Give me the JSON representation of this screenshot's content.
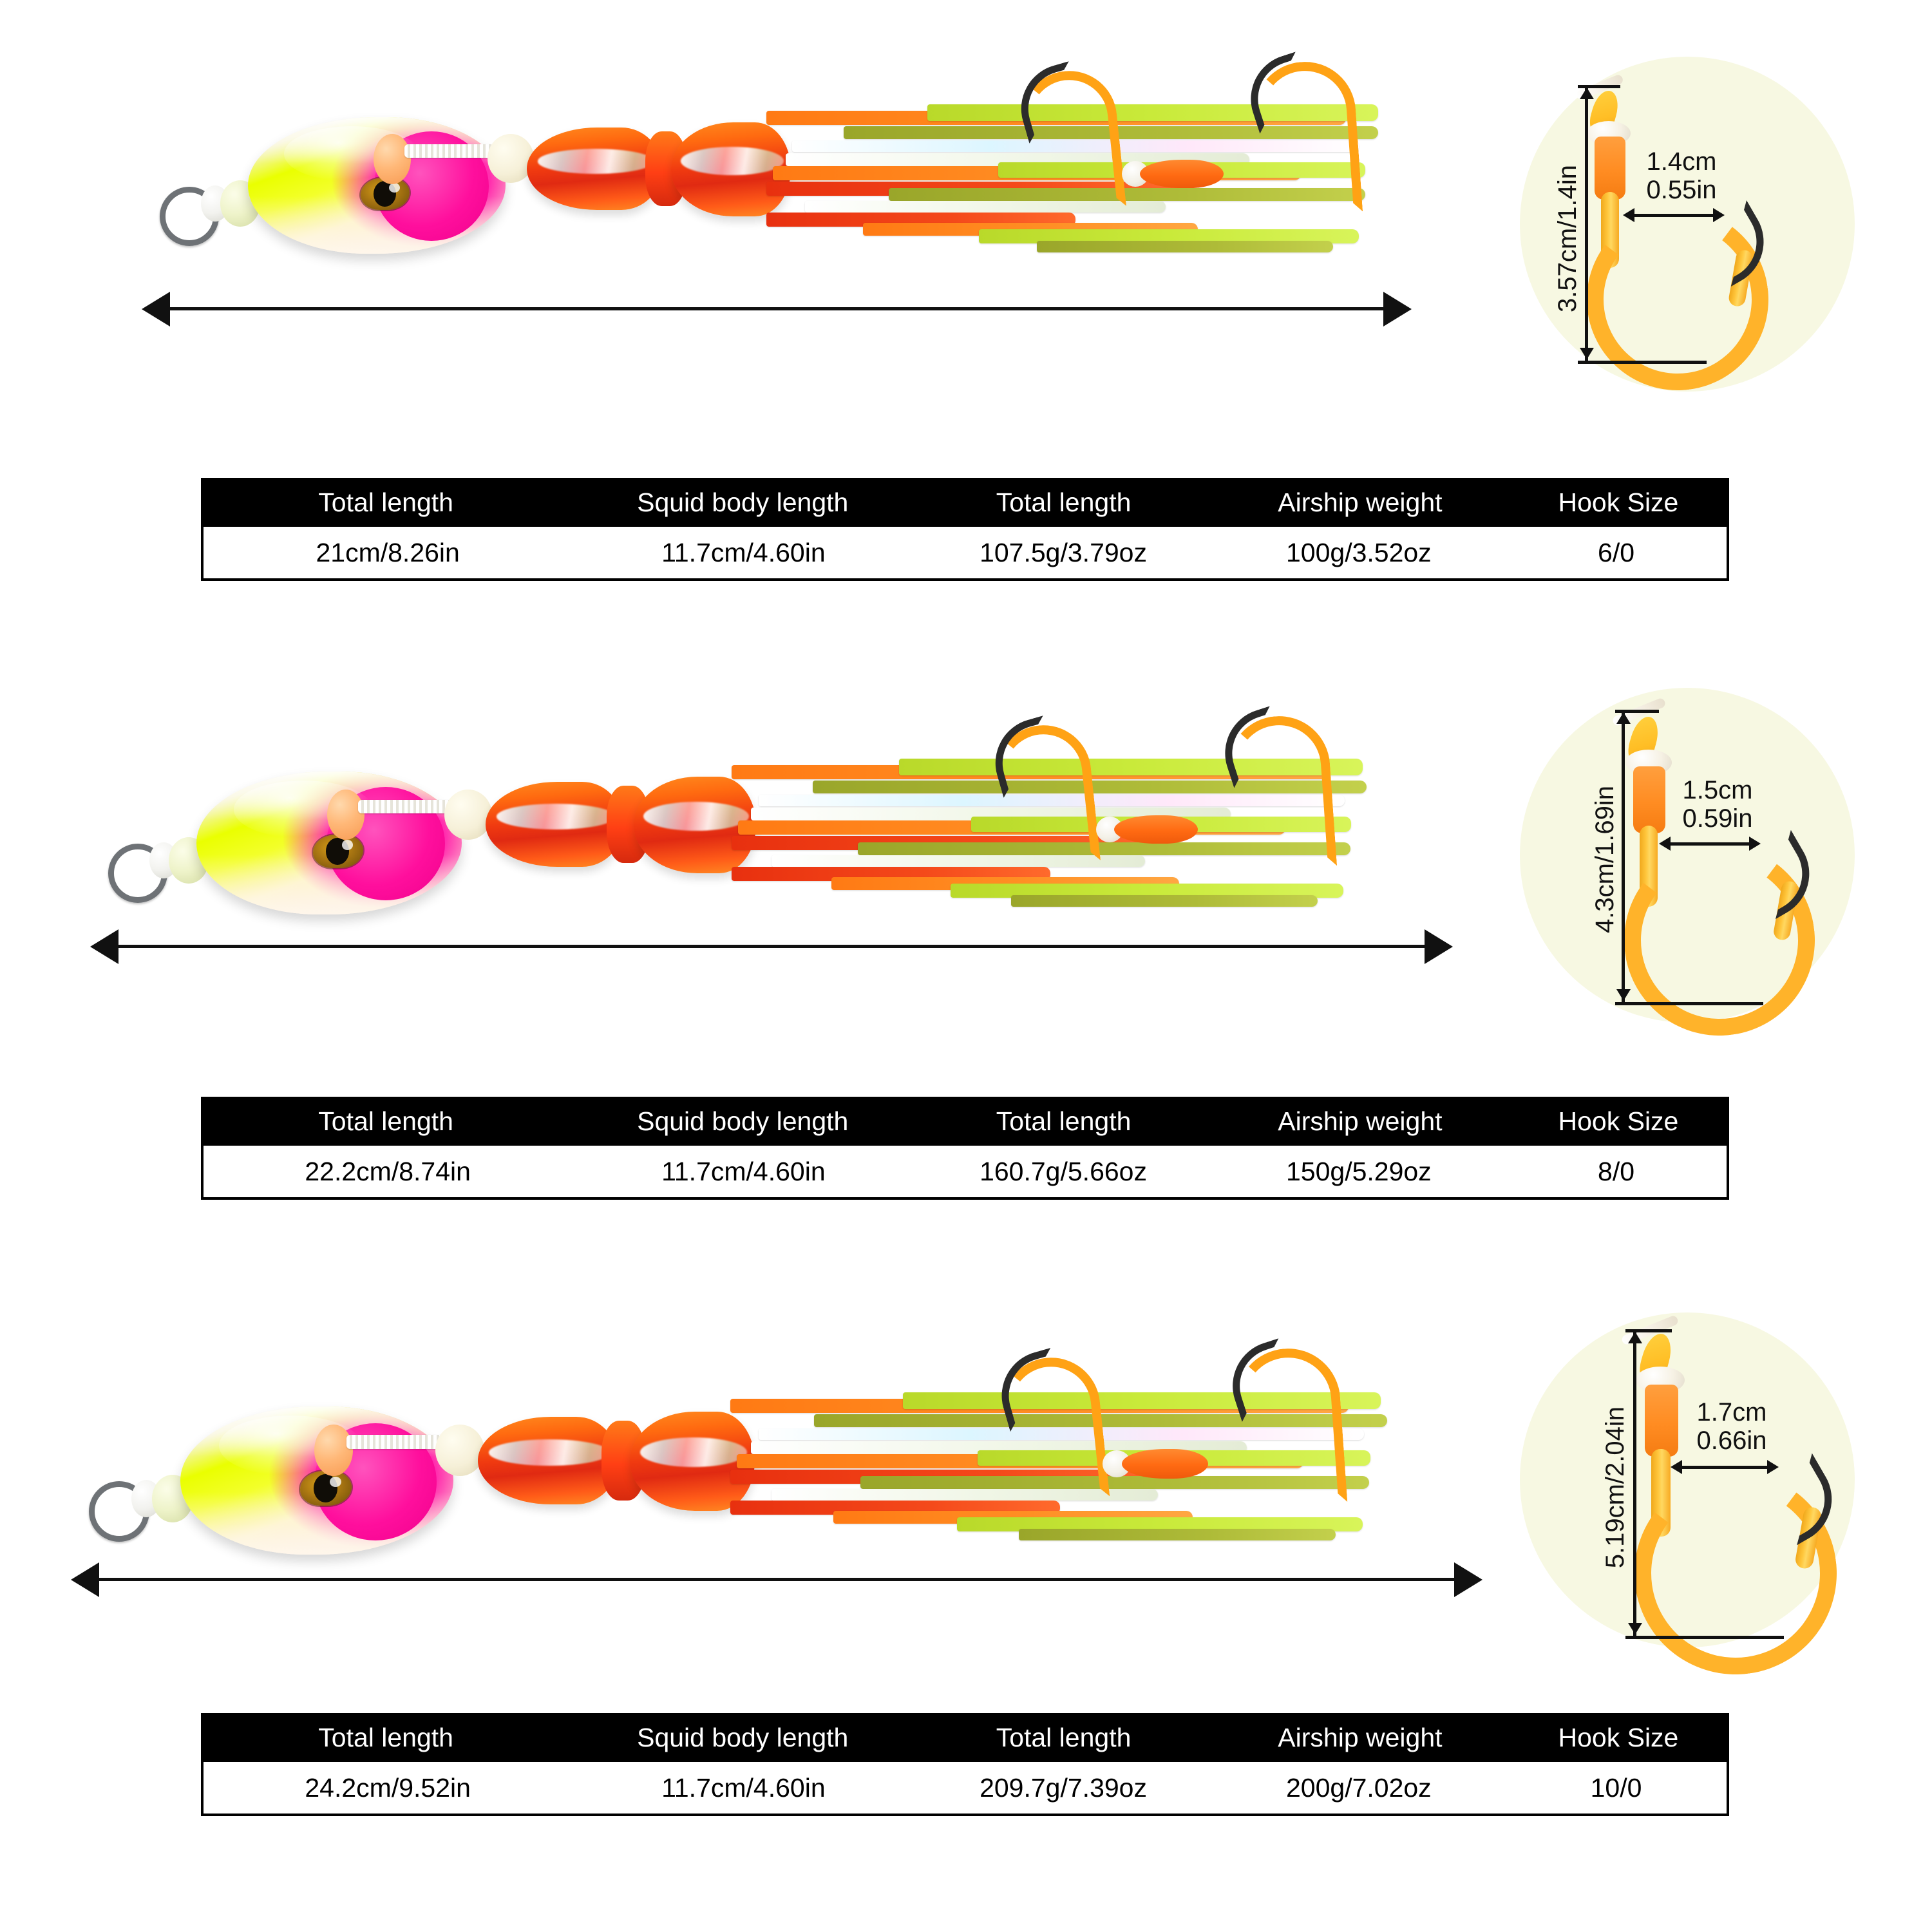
{
  "table": {
    "columns": [
      "Total length",
      "Squid body length",
      "Total length",
      "Airship weight",
      "Hook Size"
    ]
  },
  "variants": [
    {
      "id": "variant-1",
      "spec": {
        "total_length": "21cm/8.26in",
        "squid_body_length": "11.7cm/4.60in",
        "total_weight": "107.5g/3.79oz",
        "airship_weight": "100g/3.52oz",
        "hook_size": "6/0"
      },
      "hook_detail": {
        "height_label": "3.57cm/1.4in",
        "gap_cm": "1.4cm",
        "gap_in": "0.55in"
      }
    },
    {
      "id": "variant-2",
      "spec": {
        "total_length": "22.2cm/8.74in",
        "squid_body_length": "11.7cm/4.60in",
        "total_weight": "160.7g/5.66oz",
        "airship_weight": "150g/5.29oz",
        "hook_size": "8/0"
      },
      "hook_detail": {
        "height_label": "4.3cm/1.69in",
        "gap_cm": "1.5cm",
        "gap_in": "0.59in"
      }
    },
    {
      "id": "variant-3",
      "spec": {
        "total_length": "24.2cm/9.52in",
        "squid_body_length": "11.7cm/4.60in",
        "total_weight": "209.7g/7.39oz",
        "airship_weight": "200g/7.02oz",
        "hook_size": "10/0"
      },
      "hook_detail": {
        "height_label": "5.19cm/2.04in",
        "gap_cm": "1.7cm",
        "gap_in": "0.66in"
      }
    }
  ],
  "colors": {
    "background": "#ffffff",
    "table_header_bg": "#000000",
    "table_header_text": "#ffffff",
    "table_body_bg": "#ffffff",
    "table_body_text": "#000000",
    "detail_circle_bg": "#f7f8e2",
    "hook_orange": "#ffb32a",
    "head_yellow": "#eaff00",
    "head_pink": "#ff0f9d",
    "skirt_orange": "#ff7a14",
    "skirt_green": "#c9ea3a",
    "dimension_line": "#111111"
  }
}
